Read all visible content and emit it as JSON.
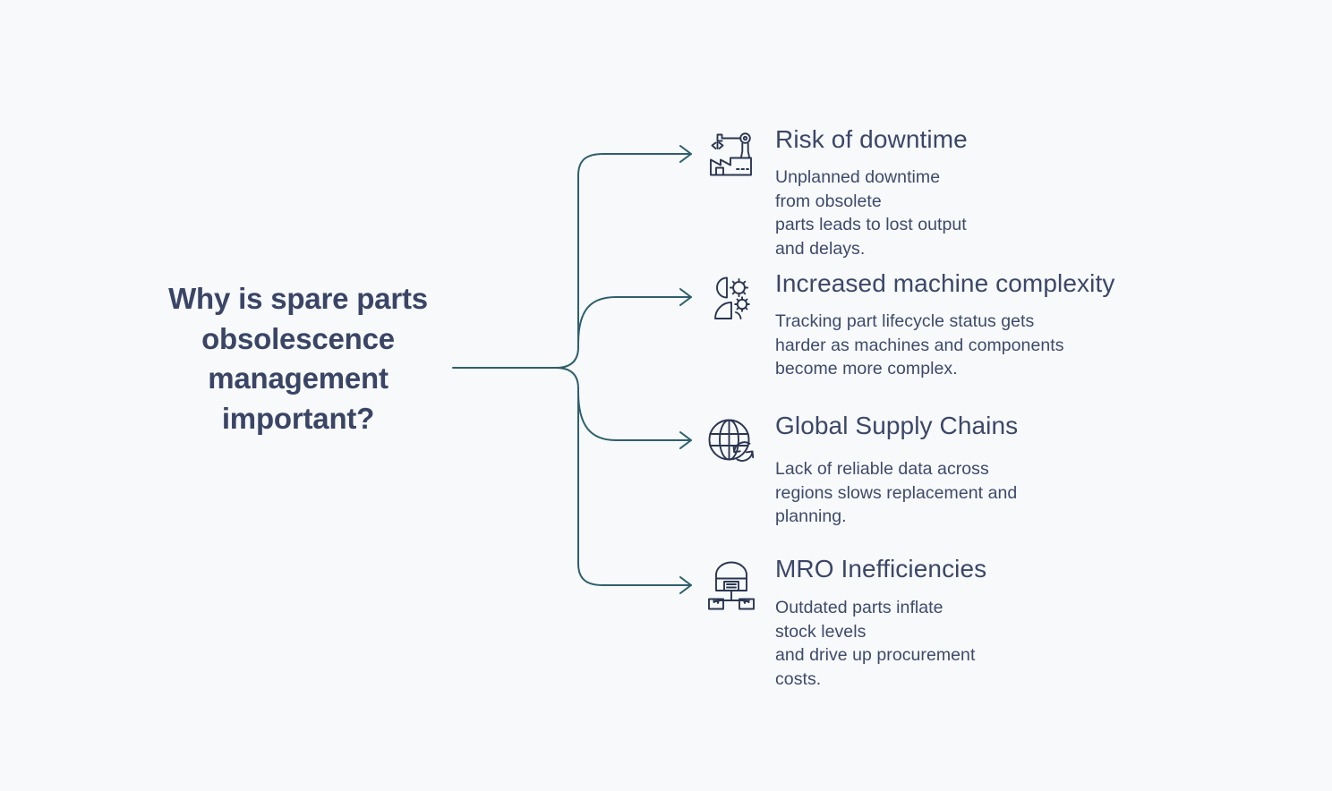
{
  "page": {
    "background_color": "#f7f9fb",
    "title_color": "#3a4566",
    "heading_color": "#3c4768",
    "body_color": "#3f4a6b",
    "connector_color": "#2e5f6b"
  },
  "central": {
    "question": "Why is spare parts\nobsolescence\nmanagement\nimportant?"
  },
  "branches": [
    {
      "icon": "factory-robot-arm-icon",
      "title": "Risk of downtime",
      "description": "Unplanned downtime from obsolete\nparts leads to lost output and delays."
    },
    {
      "icon": "person-gears-icon",
      "title": "Increased machine complexity",
      "description": "Tracking part lifecycle status gets\nharder as machines and components\nbecome more complex."
    },
    {
      "icon": "globe-sync-icon",
      "title": "Global Supply Chains",
      "description": "Lack of reliable data across\nregions slows replacement and\nplanning."
    },
    {
      "icon": "warehouse-boxes-icon",
      "title": "MRO Inefficiencies",
      "description": "Outdated parts inflate stock levels\nand drive up procurement costs."
    }
  ]
}
